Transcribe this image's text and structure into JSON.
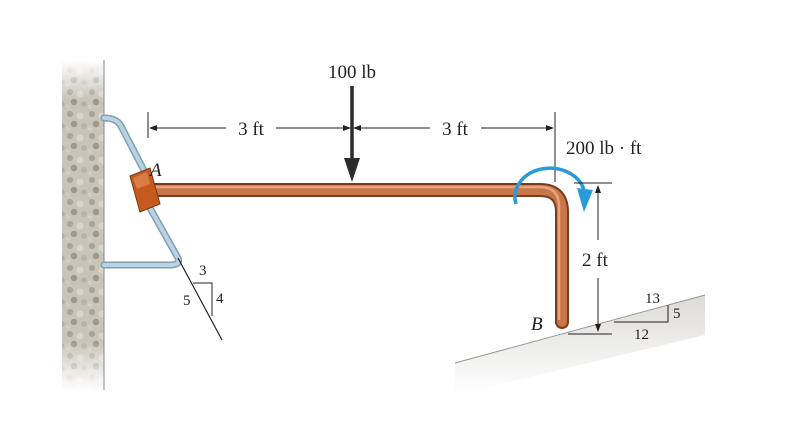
{
  "loads": {
    "force_label": "100 lb",
    "moment_label": "200 lb · ft"
  },
  "dimensions": {
    "left_span": "3 ft",
    "right_span": "3 ft",
    "height": "2 ft"
  },
  "points": {
    "a": "A",
    "b": "B"
  },
  "slopes": {
    "strut": {
      "rise": "3",
      "run": "4",
      "hyp": "5"
    },
    "ground": {
      "hyp": "13",
      "rise": "5",
      "run": "12"
    }
  },
  "colors": {
    "pipe": "#c06a38",
    "collar": "#c55a1e",
    "bracket": "#a9c6d6",
    "moment_arrow": "#2a9ad8",
    "force_arrow": "#2b2b2b",
    "wall": "#bdb8ad",
    "ground": "#e4e3e0"
  }
}
